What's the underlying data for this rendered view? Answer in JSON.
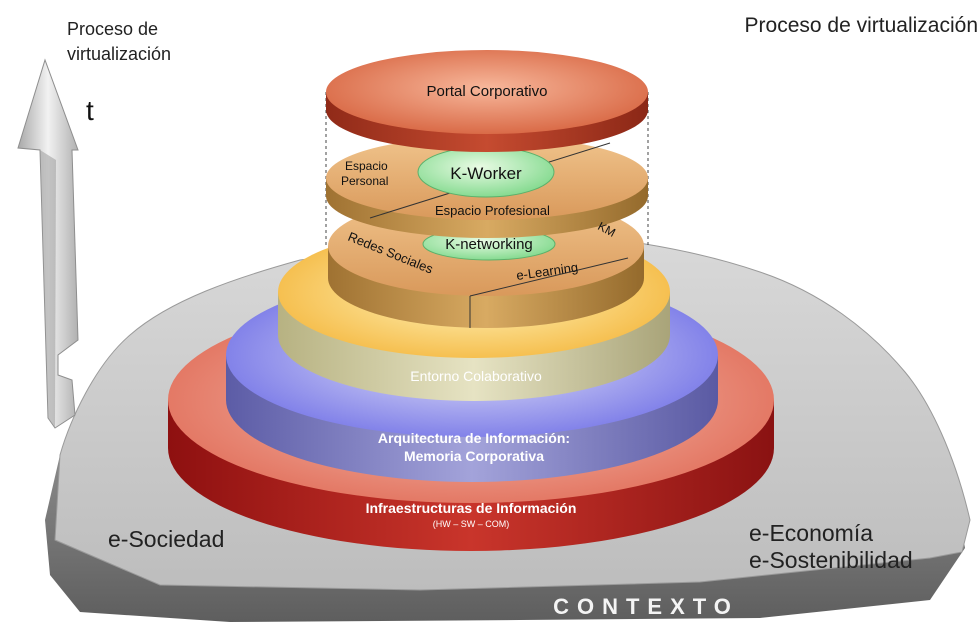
{
  "header": {
    "axis_title_line1": "Proceso de",
    "axis_title_line2": "virtualización",
    "time_symbol": "t",
    "title": "Proceso de virtualización"
  },
  "layers": {
    "portal": "Portal Corporativo",
    "k_worker": "K-Worker",
    "espacio_personal_1": "Espacio",
    "espacio_personal_2": "Personal",
    "espacio_profesional": "Espacio Profesional",
    "k_networking": "K-networking",
    "km": "KM",
    "redes_sociales": "Redes Sociales",
    "e_learning": "e-Learning",
    "entorno": "Entorno Colaborativo",
    "arquitectura_1": "Arquitectura de Información:",
    "arquitectura_2": "Memoria Corporativa",
    "infraestructuras": "Infraestructuras de Información",
    "infra_sub": "(HW – SW – COM)"
  },
  "context": {
    "e_sociedad": "e-Sociedad",
    "e_economia": "e-Economía",
    "e_sostenibilidad": "e-Sostenibilidad",
    "label": "CONTEXTO"
  }
}
